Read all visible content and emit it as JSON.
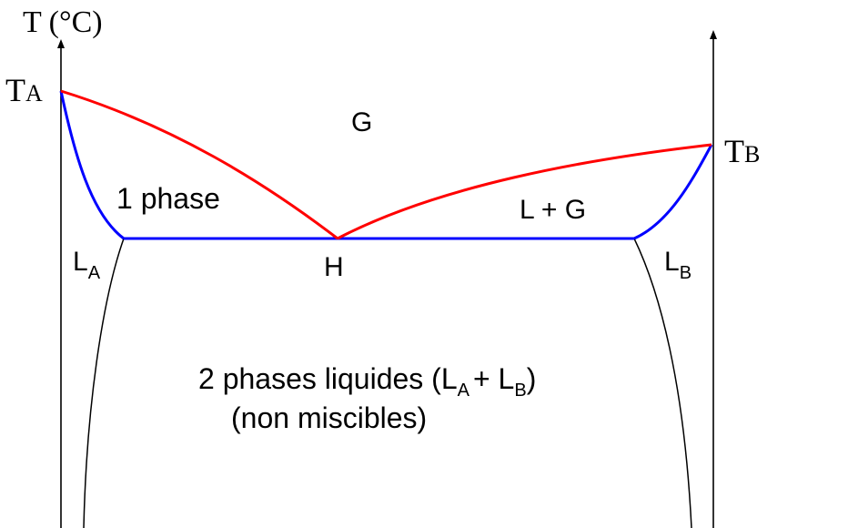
{
  "axis_label": "T (°C)",
  "labels": {
    "ta_main": "T",
    "ta_sub": "A",
    "tb_main": "T",
    "tb_sub": "B",
    "gas": "G",
    "one_phase": "1 phase",
    "liquid_gas": "L + G",
    "h_point": "H",
    "la_main": "L",
    "la_sub": "A",
    "lb_main": "L",
    "lb_sub": "B",
    "two_phase_line1_a": "2 phases liquides (L",
    "two_phase_sub_a": "A",
    "two_phase_line1_b": "+ L",
    "two_phase_sub_b": "B",
    "two_phase_line1_c": ")",
    "two_phase_line2": "(non miscibles)"
  },
  "colors": {
    "vapor_curve": "#ff0000",
    "liquid_curve": "#0000ff",
    "axis": "#000000",
    "miscibility_curve": "#000000"
  }
}
